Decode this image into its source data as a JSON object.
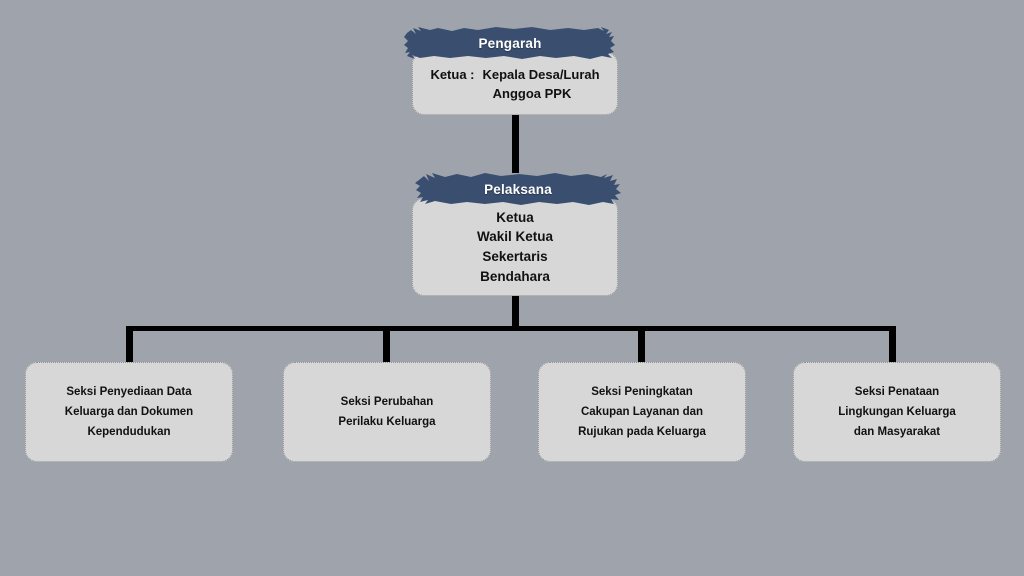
{
  "diagram": {
    "title_colors": {
      "background": "#9ea3ac",
      "header_navy": "#3a4f70",
      "box_fill": "#d7d7d7",
      "connector": "#000000",
      "header_text": "#ffffff",
      "body_text": "#111111"
    },
    "nodes": {
      "pengarah": {
        "header": "Pengarah",
        "lines": [
          {
            "label": "Ketua :",
            "value": "Kepala Desa/Lurah"
          },
          {
            "label": "",
            "value": "Anggoa PPK"
          }
        ]
      },
      "pelaksana": {
        "header": "Pelaksana",
        "lines": [
          "Ketua",
          "Wakil Ketua",
          "Sekertaris",
          "Bendahara"
        ]
      },
      "seksi": [
        {
          "name": "seksi-penyediaan-data",
          "lines": [
            "Seksi Penyediaan Data",
            "Keluarga dan Dokumen",
            "Kependudukan"
          ]
        },
        {
          "name": "seksi-perubahan-perilaku",
          "lines": [
            "Seksi Perubahan",
            "Perilaku Keluarga"
          ]
        },
        {
          "name": "seksi-peningkatan-cakupan",
          "lines": [
            "Seksi Peningkatan",
            "Cakupan Layanan dan",
            "Rujukan pada Keluarga"
          ]
        },
        {
          "name": "seksi-penataan-lingkungan",
          "lines": [
            "Seksi Penataan",
            "Lingkungan Keluarga",
            "dan Masyarakat"
          ]
        }
      ]
    }
  }
}
